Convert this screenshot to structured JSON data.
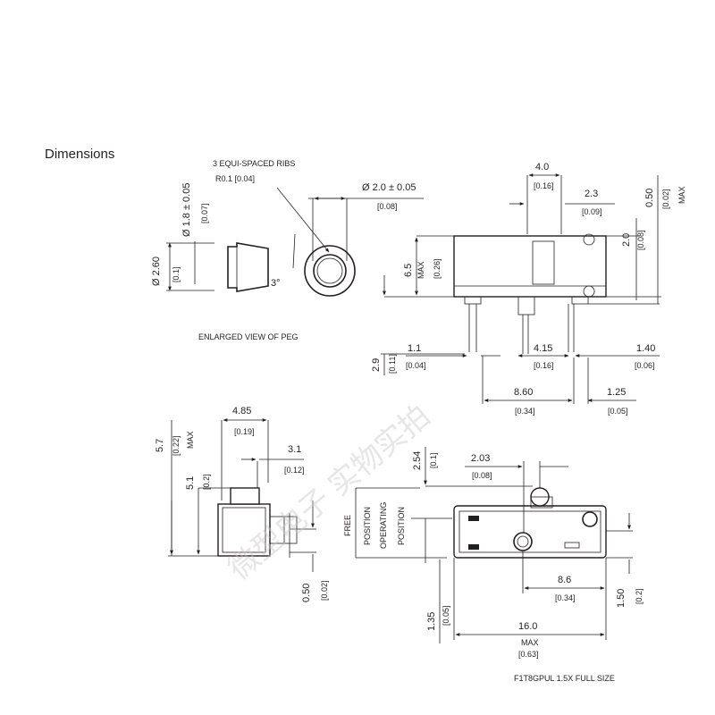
{
  "heading": "Dimensions",
  "peg": {
    "rib_note_1": "3 EQUI-SPACED RIBS",
    "rib_note_2": "R0.1 [0.04]",
    "dia_top": "Ø 1.8 ± 0.05",
    "dia_top_in": "[0.07]",
    "dia_side": "Ø 2.60",
    "dia_side_in": "[0.1]",
    "angle": "3°",
    "dia_end": "Ø 2.0 ± 0.05",
    "dia_end_in": "[0.08]",
    "caption": "ENLARGED VIEW OF PEG"
  },
  "front": {
    "w_top": "4.0",
    "w_top_in": "[0.16]",
    "w_act": "2.3",
    "w_act_in": "[0.09]",
    "h_max": "0.50",
    "h_max_in": "[0.02]",
    "h_max_lbl": "MAX",
    "h_act": "2.0",
    "h_act_in": "[0.08]",
    "h_body": "6.5",
    "h_body_lbl": "MAX",
    "h_body_in": "[0.26]",
    "pin_len": "2.9",
    "pin_len_in": "[0.11]",
    "pin_a": "1.1",
    "pin_a_in": "[0.04]",
    "pin_b": "4.15",
    "pin_b_in": "[0.16]",
    "pin_c": "1.40",
    "pin_c_in": "[0.06]",
    "pitch": "8.60",
    "pitch_in": "[0.34]",
    "edge": "1.25",
    "edge_in": "[0.05]"
  },
  "side": {
    "width": "4.85",
    "width_in": "[0.19]",
    "pin_w": "3.1",
    "pin_w_in": "[0.12]",
    "h_total": "5.7",
    "h_total_in": "[0.22]",
    "h_total_lbl": "MAX",
    "h_body": "5.1",
    "h_body_in": "[0.2]",
    "pin_t": "0.50",
    "pin_t_in": "[0.02]"
  },
  "top": {
    "pt": "2.54",
    "pt_in": "[0.1]",
    "off": "2.03",
    "off_in": "[0.08]",
    "free": "FREE",
    "pos1": "POSITION",
    "operating": "OPERATING",
    "pos2": "POSITION",
    "hole": "8.6",
    "hole_in": "[0.34]",
    "h_edge": "1.50",
    "h_edge_in": "[0.2]",
    "h_left": "1.35",
    "h_left_in": "[0.05]",
    "length": "16.0",
    "length_lbl": "MAX",
    "length_in": "[0.63]",
    "caption": "F1T8GPUL 1.5X FULL SIZE"
  },
  "watermark": "微型电子 实物实拍"
}
